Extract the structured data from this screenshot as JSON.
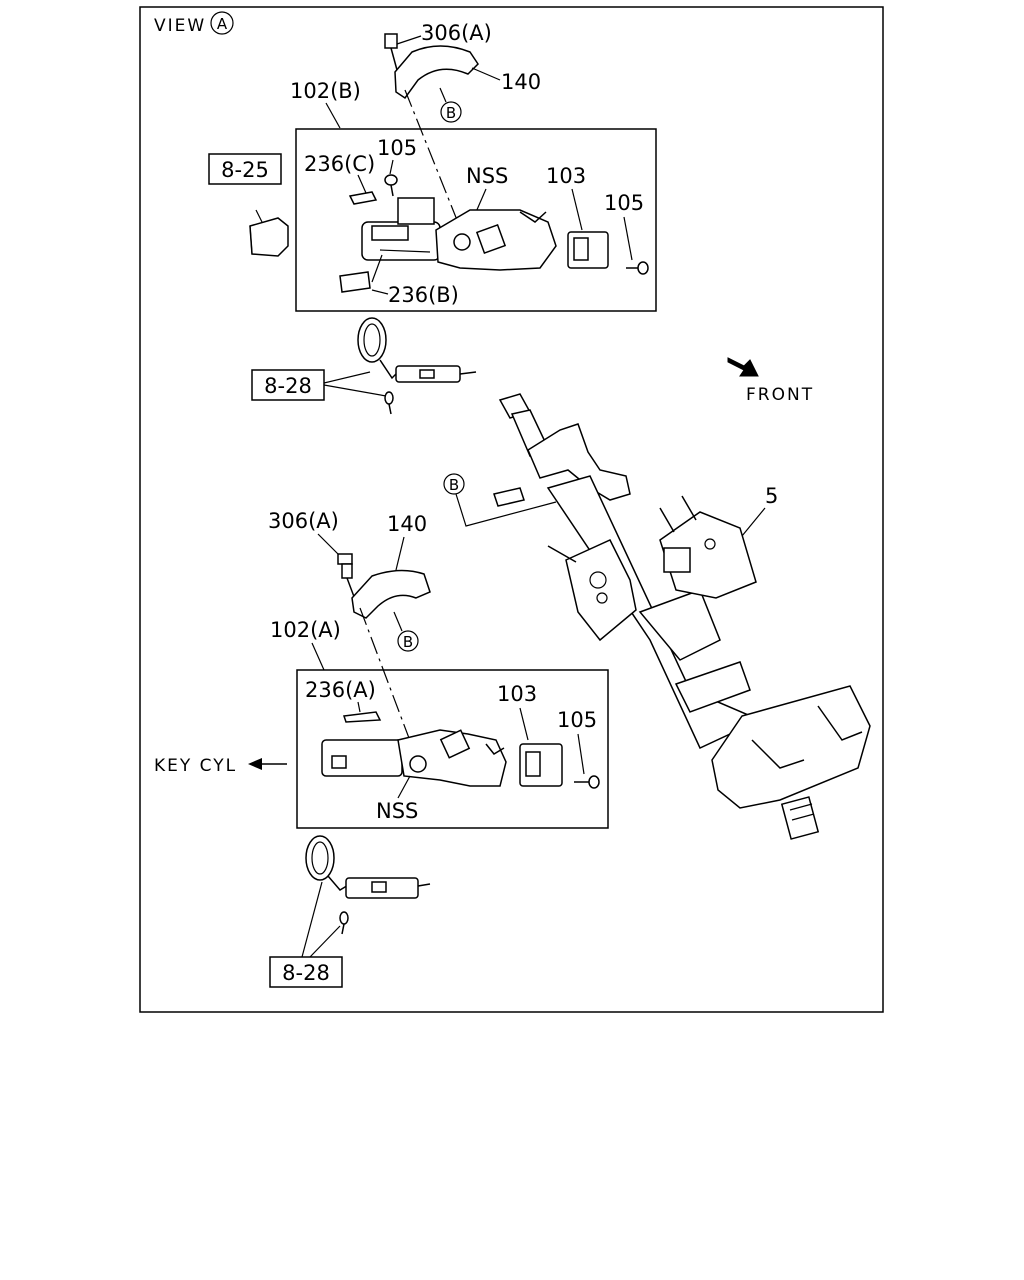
{
  "view_label": "VIEW",
  "view_marker": "A",
  "front_label": "FRONT",
  "key_cyl_label": "KEY CYL",
  "detail_b": {
    "box_label": "102(B)",
    "bolt_label": "306(A)",
    "clamp_label": "140",
    "ref_marker": "B",
    "screw_label": "105",
    "bracket_label": "236(C)",
    "nss_label": "NSS",
    "switch_label": "103",
    "screw2_label": "105",
    "clip_label": "236(B)"
  },
  "detail_a": {
    "box_label": "102(A)",
    "bolt_label": "306(A)",
    "clamp_label": "140",
    "ref_marker": "B",
    "bracket_label": "236(A)",
    "nss_label": "NSS",
    "switch_label": "103",
    "screw_label": "105"
  },
  "column_label": "5",
  "column_ref_marker": "B",
  "refs": {
    "ref_8_25": "8-25",
    "ref_8_28_upper": "8-28",
    "ref_8_28_lower": "8-28"
  }
}
